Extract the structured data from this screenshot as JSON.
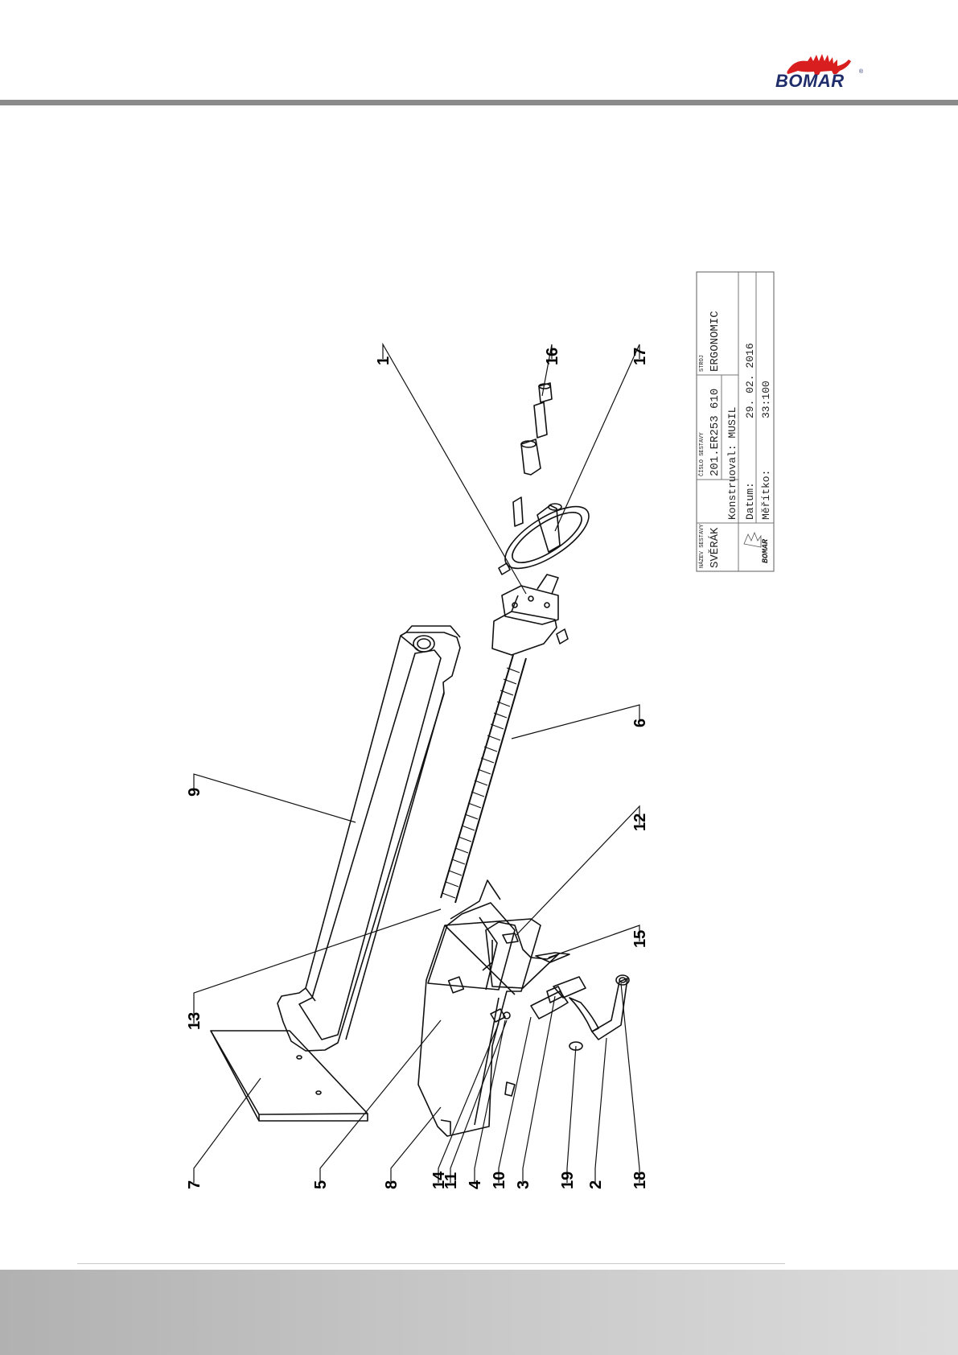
{
  "brand": {
    "name": "BOMAR",
    "registered": "®"
  },
  "callouts": [
    "7",
    "5",
    "8",
    "14",
    "11",
    "4",
    "10",
    "3",
    "19",
    "2",
    "18",
    "13",
    "9",
    "12",
    "15",
    "6",
    "1",
    "16",
    "17"
  ],
  "title_block": {
    "name_label": "NÁZEV SESTAVY",
    "name_value": "SVĚRÁK",
    "number_label": "ČÍSLO SESTAVY",
    "number_value": "201.ER253 610",
    "machine_label": "STROJ",
    "machine_value": "ERGONOMIC",
    "designer": "Konstruoval: MUSIL",
    "date_label": "Datum:",
    "date_value": "29. 02. 2016",
    "scale_label": "Měřítko:",
    "scale_value": "33:100",
    "stamp_brand": "BOMAR"
  }
}
